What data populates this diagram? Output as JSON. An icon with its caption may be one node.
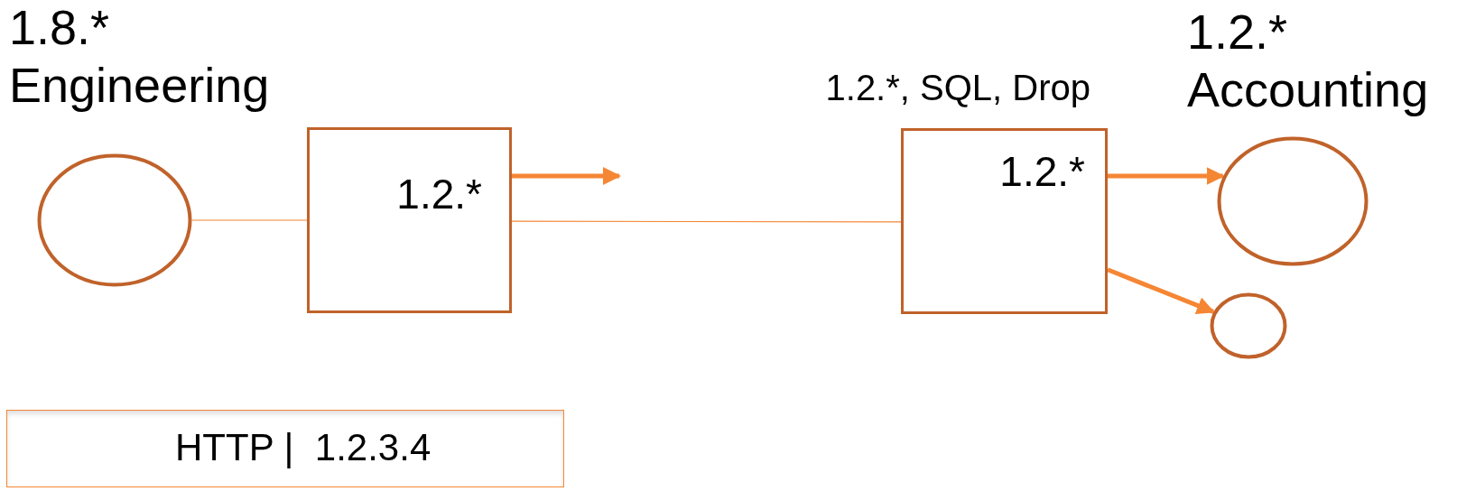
{
  "diagram": {
    "nodes": [
      {
        "text": [
          "1.8.*",
          "Engineering"
        ]
      },
      {
        "text": [
          "1.2.*"
        ]
      },
      {
        "text": [
          "1.2.*"
        ],
        "beside": [
          "1.2.*, SQL, Drop"
        ]
      },
      {
        "text": [
          "1.2.*",
          "Accounting"
        ]
      },
      {
        "text": [],
        "shape": "circle"
      },
      {
        "text": [
          "HTTP |  1.2.3.4"
        ]
      }
    ],
    "edges": [
      {
        "from": 0,
        "to": 1,
        "arrow": "none"
      },
      {
        "from": 1,
        "to": null,
        "arrow": "to"
      },
      {
        "from": 1,
        "to": 2,
        "arrow": "none"
      },
      {
        "from": 2,
        "to": 3,
        "arrow": "to"
      },
      {
        "from": 2,
        "to": 4,
        "arrow": "to"
      }
    ]
  }
}
